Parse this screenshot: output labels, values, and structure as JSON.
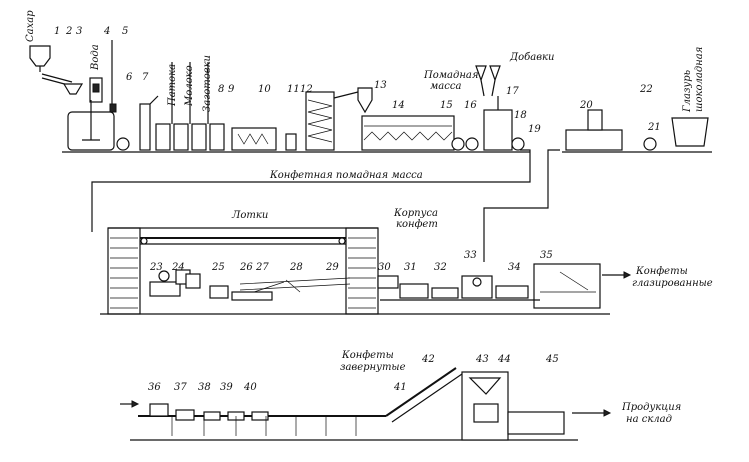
{
  "labels": {
    "sugar": "Сахар",
    "water": "Вода",
    "molasses": "Патока",
    "milk": "Молоко",
    "blanks": "Заготовки",
    "additives": "Добавки",
    "fondant_mass": "Помадная масса",
    "chocolate_glaze": "Глазурь шоколадная",
    "candy_fondant_mass": "Конфетная помадная масса",
    "trays": "Лотки",
    "candy_bodies": "Корпуса конфет",
    "glazed_candies": "Конфеты глазированные",
    "wrapped_candies": "Конфеты завернутые",
    "products_to_warehouse": "Продукция на склад"
  },
  "numbers": [
    "1",
    "2",
    "3",
    "4",
    "5",
    "6",
    "7",
    "8",
    "9",
    "10",
    "11",
    "12",
    "13",
    "14",
    "15",
    "16",
    "17",
    "18",
    "19",
    "20",
    "21",
    "22",
    "23",
    "24",
    "25",
    "26",
    "27",
    "28",
    "29",
    "30",
    "31",
    "32",
    "33",
    "34",
    "35",
    "36",
    "37",
    "38",
    "39",
    "40",
    "41",
    "42",
    "43",
    "44",
    "45"
  ]
}
